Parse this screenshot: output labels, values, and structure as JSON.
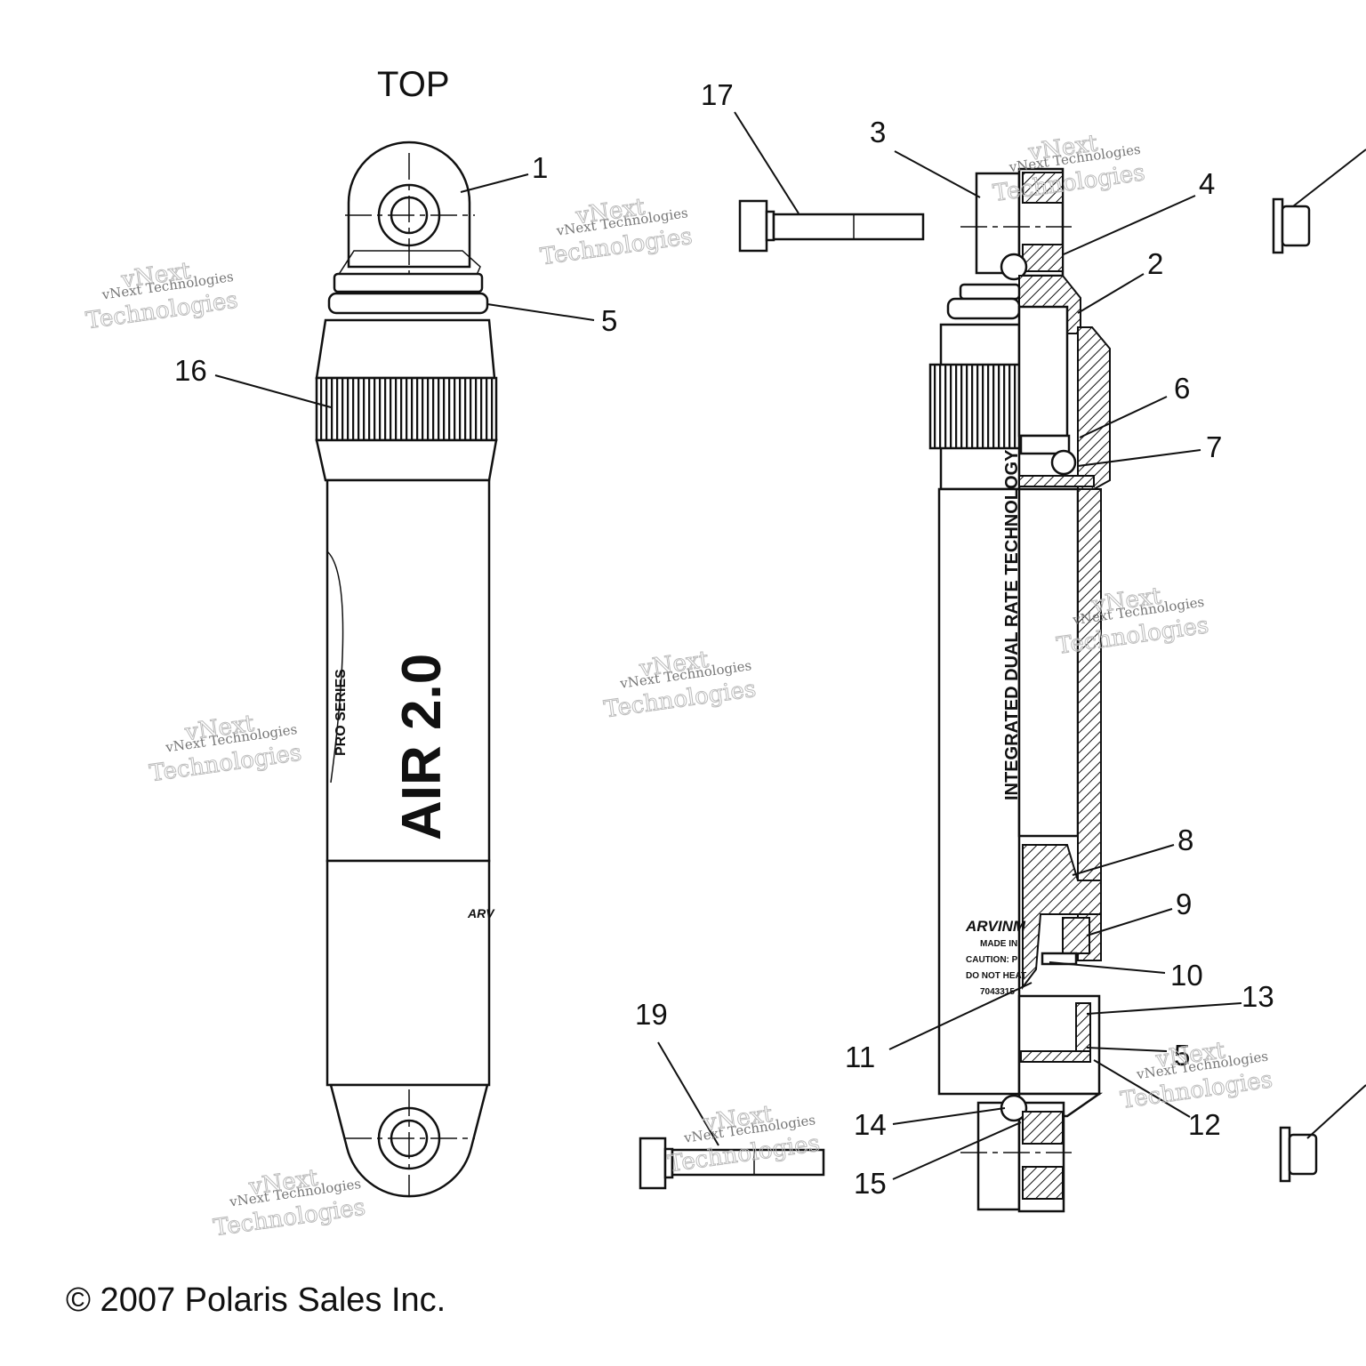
{
  "header": {
    "view_label": "TOP"
  },
  "callouts": [
    {
      "id": "c1",
      "text": "1"
    },
    {
      "id": "c2",
      "text": "2"
    },
    {
      "id": "c3",
      "text": "3"
    },
    {
      "id": "c4",
      "text": "4"
    },
    {
      "id": "c5a",
      "text": "5"
    },
    {
      "id": "c5b",
      "text": "5"
    },
    {
      "id": "c6",
      "text": "6"
    },
    {
      "id": "c7",
      "text": "7"
    },
    {
      "id": "c8",
      "text": "8"
    },
    {
      "id": "c9",
      "text": "9"
    },
    {
      "id": "c10",
      "text": "10"
    },
    {
      "id": "c11",
      "text": "11"
    },
    {
      "id": "c12",
      "text": "12"
    },
    {
      "id": "c13",
      "text": "13"
    },
    {
      "id": "c14",
      "text": "14"
    },
    {
      "id": "c15",
      "text": "15"
    },
    {
      "id": "c16",
      "text": "16"
    },
    {
      "id": "c17",
      "text": "17"
    },
    {
      "id": "c19",
      "text": "19"
    }
  ],
  "shock_graphics": {
    "brand_logo": "AIR 2.0",
    "series": "PRO SERIES",
    "technology": "INTEGRATED DUAL RATE TECHNOLOGY",
    "maker": "ARVINM",
    "label_lines": [
      "MADE IN",
      "CAUTION: P",
      "DO NOT HEAT",
      "7043315"
    ]
  },
  "watermark": {
    "line1": "vNext Technologies",
    "line2": "vNext",
    "line3": "Technologies"
  },
  "footer": {
    "copyright": "© 2007 Polaris Sales Inc."
  }
}
